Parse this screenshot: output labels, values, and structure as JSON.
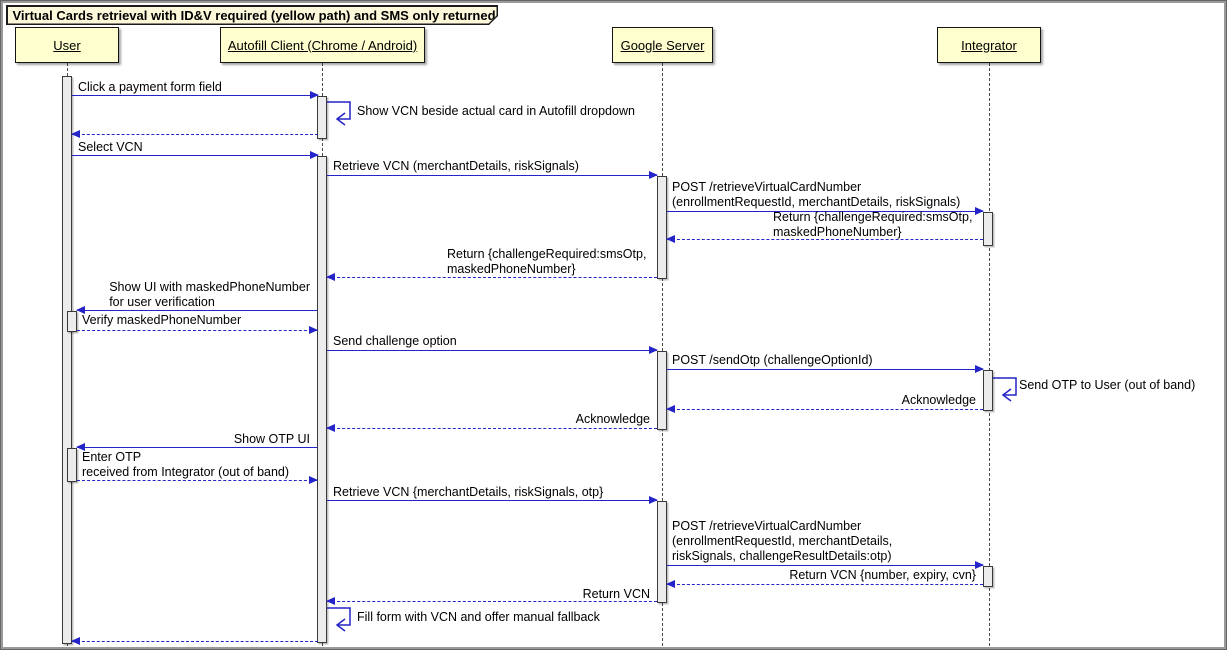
{
  "title": "Virtual Cards retrieval with ID&V required (yellow path) and SMS only returned",
  "participants": [
    {
      "name": "User"
    },
    {
      "name": "Autofill Client (Chrome / Android)"
    },
    {
      "name": "Google Server"
    },
    {
      "name": "Integrator"
    }
  ],
  "colors": {
    "arrow_blue": "#2424c8",
    "participant_fill": "#fefece",
    "title_fill": "#fdf8da",
    "activation_fill": "#ececec"
  },
  "messages": [
    {
      "from": "User",
      "to": "Autofill Client",
      "type": "solid",
      "label": "Click a payment form field"
    },
    {
      "from": "Autofill Client",
      "to": "Autofill Client",
      "type": "self",
      "label": "Show VCN beside actual card in Autofill dropdown"
    },
    {
      "from": "Autofill Client",
      "to": "User",
      "type": "return-dashed",
      "label": ""
    },
    {
      "from": "User",
      "to": "Autofill Client",
      "type": "solid",
      "label": "Select VCN"
    },
    {
      "from": "Autofill Client",
      "to": "Google Server",
      "type": "solid",
      "label": "Retrieve VCN (merchantDetails, riskSignals)"
    },
    {
      "from": "Google Server",
      "to": "Integrator",
      "type": "solid",
      "label": "POST /retrieveVirtualCardNumber\n(enrollmentRequestId, merchantDetails, riskSignals)"
    },
    {
      "from": "Integrator",
      "to": "Google Server",
      "type": "return-dashed",
      "label": "Return {challengeRequired:smsOtp,\nmaskedPhoneNumber}"
    },
    {
      "from": "Google Server",
      "to": "Autofill Client",
      "type": "return-dashed",
      "label": "Return {challengeRequired:smsOtp,\nmaskedPhoneNumber}"
    },
    {
      "from": "Autofill Client",
      "to": "User",
      "type": "solid",
      "label": "Show UI with maskedPhoneNumber\nfor user verification"
    },
    {
      "from": "User",
      "to": "Autofill Client",
      "type": "return-dashed",
      "label": "Verify maskedPhoneNumber"
    },
    {
      "from": "Autofill Client",
      "to": "Google Server",
      "type": "solid",
      "label": "Send challenge option"
    },
    {
      "from": "Google Server",
      "to": "Integrator",
      "type": "solid",
      "label": "POST /sendOtp (challengeOptionId)"
    },
    {
      "from": "Integrator",
      "to": "Integrator",
      "type": "self",
      "label": "Send OTP to User (out of band)"
    },
    {
      "from": "Integrator",
      "to": "Google Server",
      "type": "return-dashed",
      "label": "Acknowledge"
    },
    {
      "from": "Google Server",
      "to": "Autofill Client",
      "type": "return-dashed",
      "label": "Acknowledge"
    },
    {
      "from": "Autofill Client",
      "to": "User",
      "type": "solid",
      "label": "Show OTP UI"
    },
    {
      "from": "User",
      "to": "Autofill Client",
      "type": "return-dashed",
      "label": "Enter OTP\nreceived from Integrator (out of band)"
    },
    {
      "from": "Autofill Client",
      "to": "Google Server",
      "type": "solid",
      "label": "Retrieve VCN {merchantDetails, riskSignals, otp}"
    },
    {
      "from": "Google Server",
      "to": "Integrator",
      "type": "solid",
      "label": "POST /retrieveVirtualCardNumber\n(enrollmentRequestId, merchantDetails,\nriskSignals, challengeResultDetails:otp)"
    },
    {
      "from": "Integrator",
      "to": "Google Server",
      "type": "return-dashed",
      "label": "Return VCN {number, expiry, cvn}"
    },
    {
      "from": "Google Server",
      "to": "Autofill Client",
      "type": "return-dashed",
      "label": "Return VCN"
    },
    {
      "from": "Autofill Client",
      "to": "Autofill Client",
      "type": "self",
      "label": "Fill form with VCN and offer manual fallback"
    },
    {
      "from": "Autofill Client",
      "to": "User",
      "type": "return-dashed",
      "label": ""
    }
  ]
}
